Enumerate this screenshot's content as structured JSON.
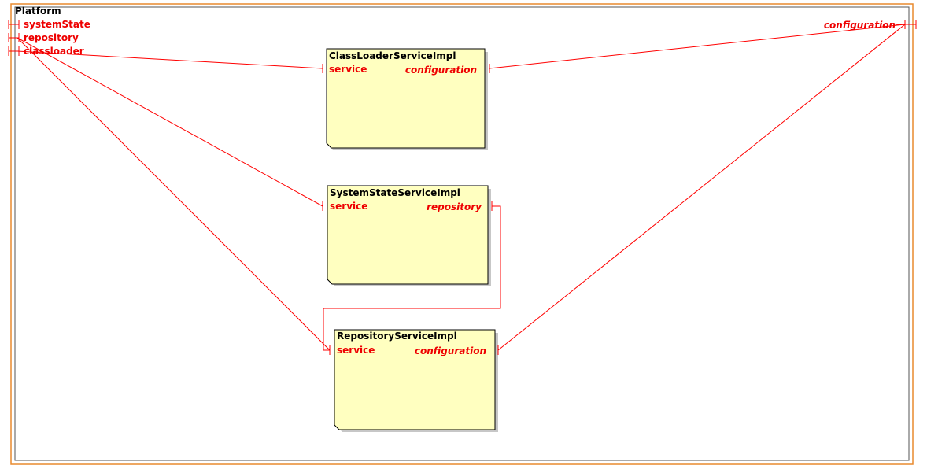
{
  "colors": {
    "connector": "#ff0000",
    "port_text": "#ee0000",
    "component_fill": "#ffffc0",
    "component_border": "#000000",
    "frame_border": "#e88a2e",
    "shadow": "#999999"
  },
  "platform": {
    "title": "Platform",
    "ports": {
      "system_state": "systemState",
      "repository": "repository",
      "classloader": "classloader",
      "configuration": "configuration"
    }
  },
  "components": {
    "classloader": {
      "title": "ClassLoaderServiceImpl",
      "service_port": "service",
      "dependency_port": "configuration"
    },
    "system_state": {
      "title": "SystemStateServiceImpl",
      "service_port": "service",
      "dependency_port": "repository"
    },
    "repository": {
      "title": "RepositoryServiceImpl",
      "service_port": "service",
      "dependency_port": "configuration"
    }
  }
}
